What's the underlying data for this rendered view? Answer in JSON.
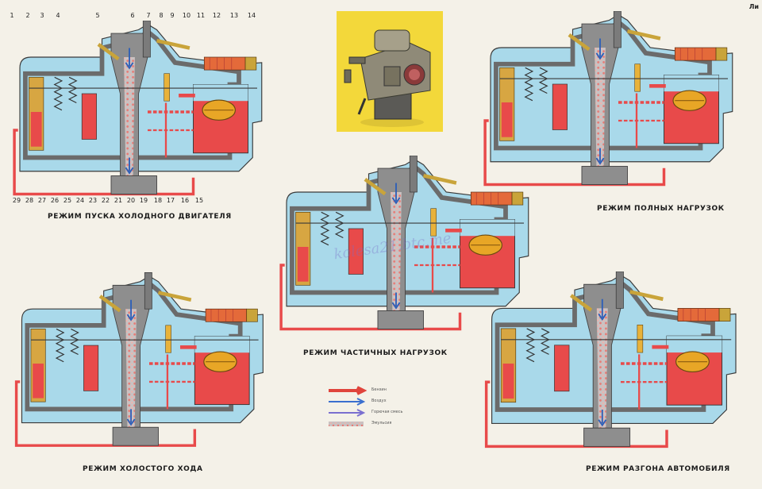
{
  "corner_label": "Ли",
  "captions": {
    "cold_start": "РЕЖИМ ПУСКА  ХОЛОДНОГО ДВИГАТЕЛЯ",
    "full_load": "РЕЖИМ ПОЛНЫХ НАГРУЗОК",
    "partial_load": "РЕЖИМ ЧАСТИЧНЫХ НАГРУЗОК",
    "idle": "РЕЖИМ ХОЛОСТОГО ХОДА",
    "acceleration": "РЕЖИМ РАЗГОНА  АВТОМОБИЛЯ"
  },
  "top_numbers": [
    "1",
    "2",
    "3",
    "4",
    "5",
    "6",
    "7",
    "8",
    "9",
    "10",
    "11",
    "12",
    "13",
    "14"
  ],
  "bottom_numbers": [
    "29",
    "28",
    "27",
    "26",
    "25",
    "24",
    "23",
    "22",
    "21",
    "20",
    "19",
    "18",
    "17",
    "16",
    "15"
  ],
  "legend": {
    "items": [
      {
        "label": "Бензин",
        "color": "#e0443c"
      },
      {
        "label": "Воздух",
        "color": "#3a6fcf"
      },
      {
        "label": "Горючая смесь",
        "color": "#7a6fd0"
      },
      {
        "label": "Эмульсия",
        "color": "#e8a0a0"
      }
    ]
  },
  "watermark": "kolesa21.btc.me",
  "colors": {
    "fuel": "#e84a4a",
    "air": "#9fd3e6",
    "body": "#8c8c8c",
    "body_dark": "#6b6b6b",
    "emulsion": "#f1b7b0",
    "photo_bg": "#f3d83a"
  }
}
